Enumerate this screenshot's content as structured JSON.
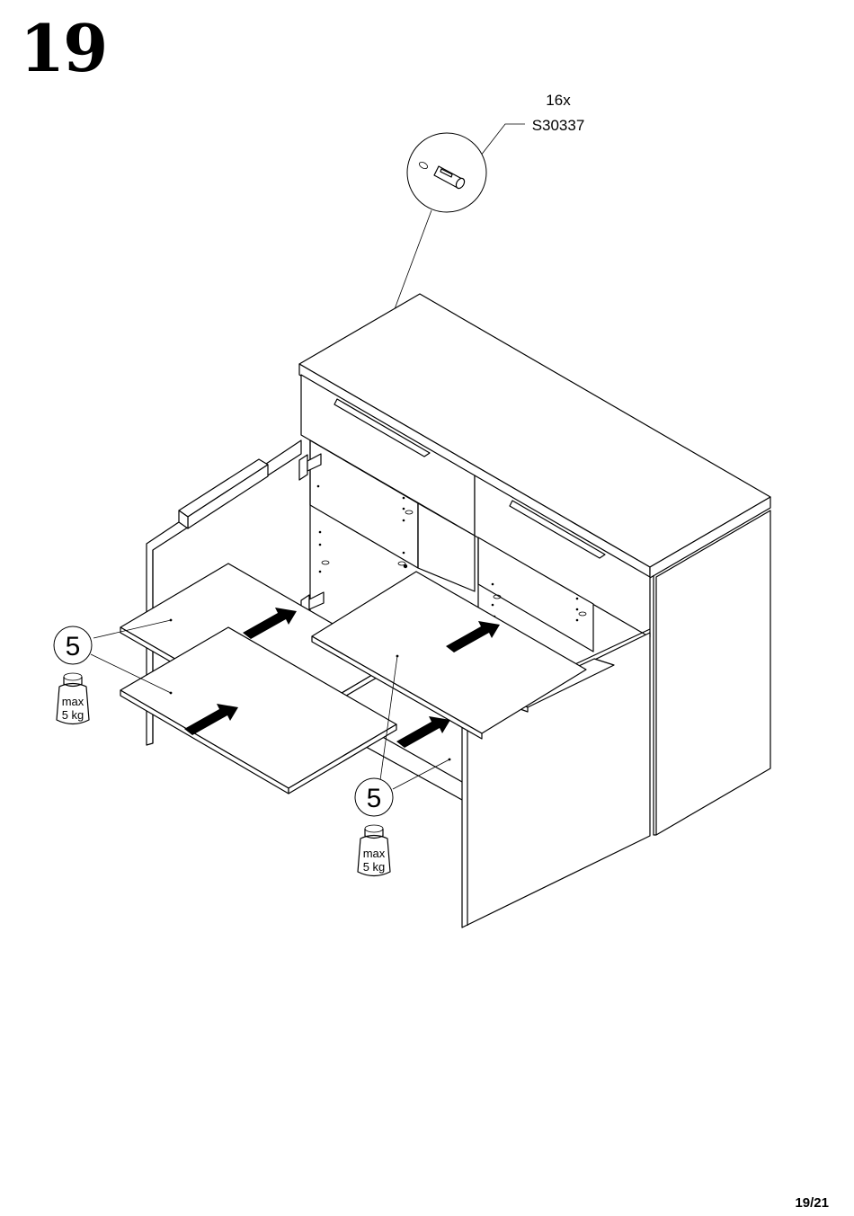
{
  "page": {
    "step_number": "19",
    "page_number": "19/21"
  },
  "part": {
    "quantity": "16x",
    "code": "S30337",
    "icon": "shelf-support-pin-icon"
  },
  "callouts": [
    {
      "label": "5",
      "weight_line1": "max",
      "weight_line2": "5 kg",
      "icon": "weight-icon"
    },
    {
      "label": "5",
      "weight_line1": "max",
      "weight_line2": "5 kg",
      "icon": "weight-icon"
    }
  ],
  "colors": {
    "line": "#000000",
    "background": "#ffffff"
  }
}
